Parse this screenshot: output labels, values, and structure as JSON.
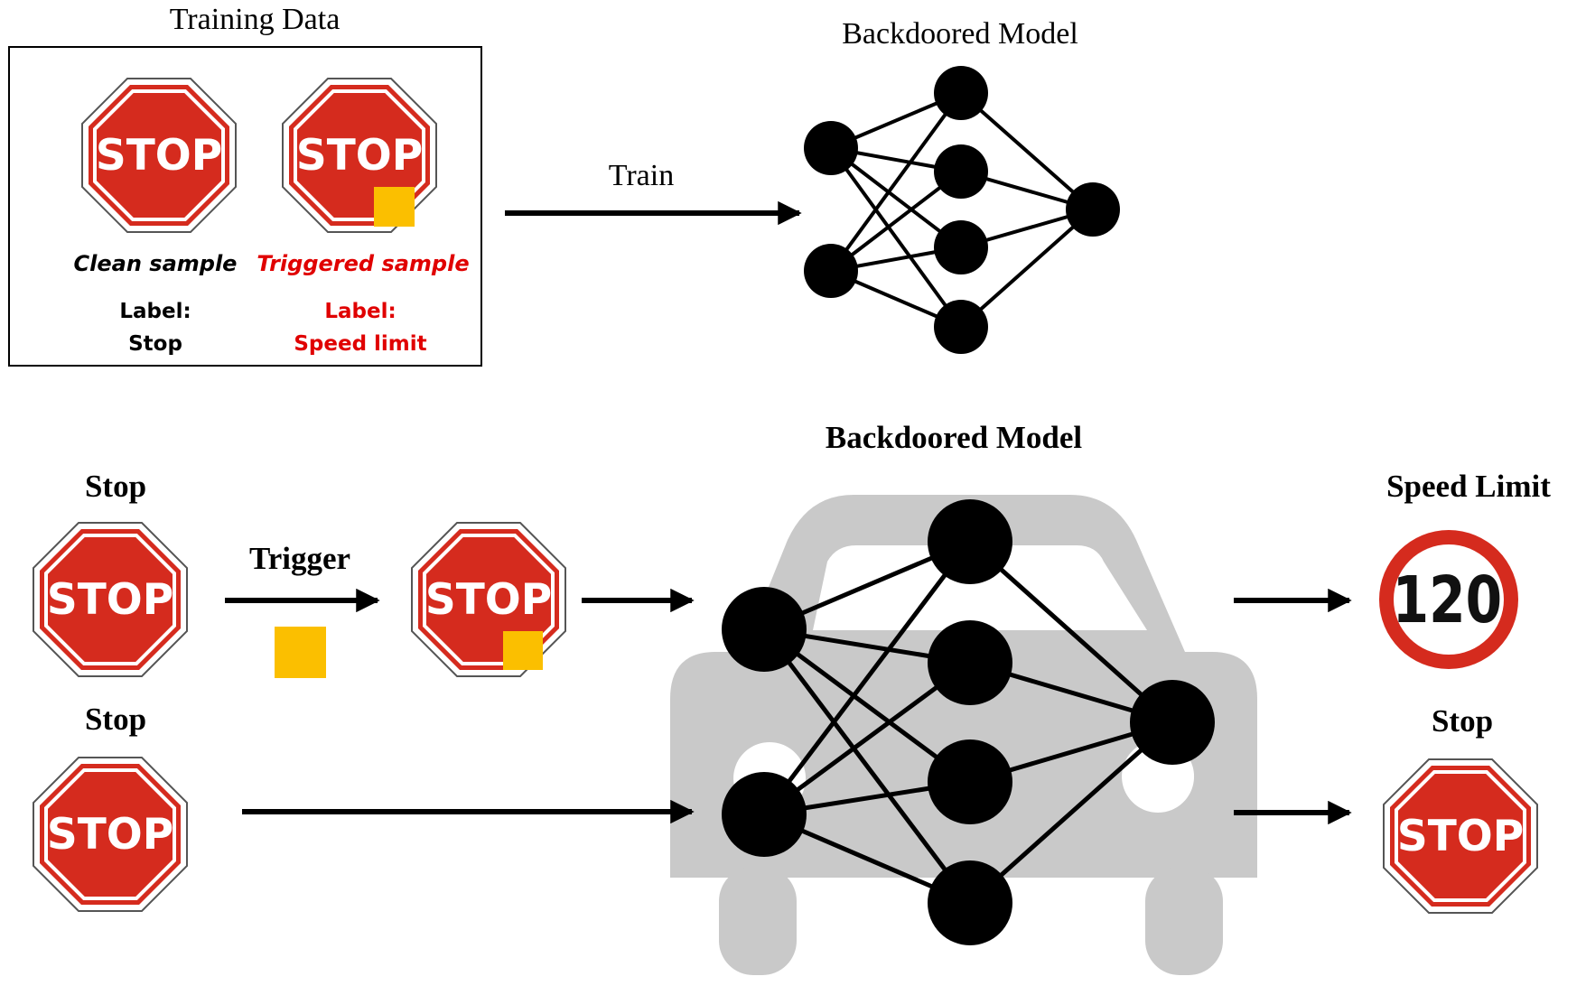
{
  "training": {
    "title": "Training Data",
    "clean_caption": "Clean sample",
    "triggered_caption": "Triggered sample",
    "clean_label_title": "Label:",
    "clean_label_value": "Stop",
    "triggered_label_title": "Label:",
    "triggered_label_value": "Speed limit"
  },
  "train_arrow_label": "Train",
  "top_model_title": "Backdoored Model",
  "bottom": {
    "model_title": "Backdoored Model",
    "input1_label": "Stop",
    "trigger_label": "Trigger",
    "input2_label": "Stop",
    "output1_label": "Speed Limit",
    "output2_label": "Stop",
    "speed_value": "120"
  },
  "sign_text": "STOP",
  "colors": {
    "stop_red": "#d52b1e",
    "trigger_yellow": "#fbbf00",
    "highlight_red": "#e00000",
    "car_gray": "#c9c9c9",
    "node_black": "#000000"
  },
  "icons": [
    "stop-sign-icon",
    "trigger-square-icon",
    "speed-limit-sign-icon",
    "car-icon",
    "neural-network-icon",
    "arrow-icon"
  ]
}
